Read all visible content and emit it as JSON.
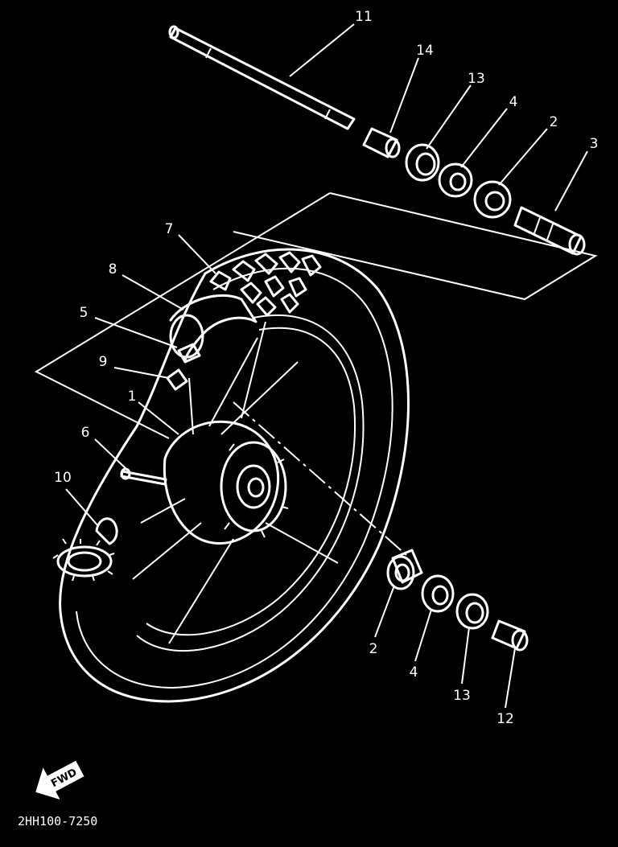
{
  "diagram": {
    "drawing_code": "2HH100-7250",
    "direction_marker": "FWD",
    "callouts": [
      "11",
      "14",
      "13",
      "4",
      "2",
      "3",
      "7",
      "8",
      "5",
      "9",
      "1",
      "6",
      "10",
      "2",
      "4",
      "13",
      "12"
    ]
  }
}
